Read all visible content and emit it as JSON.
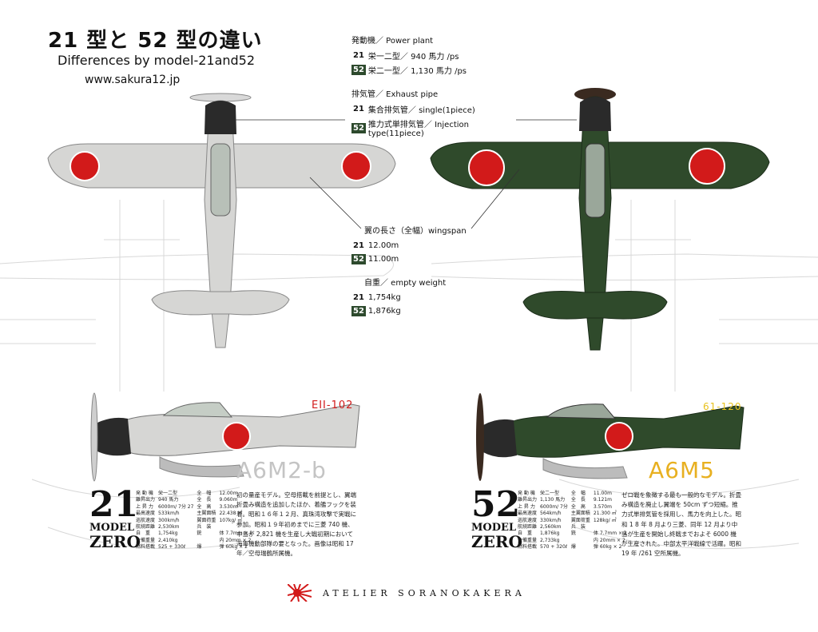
{
  "header": {
    "title_jp": "21 型と 52 型の違い",
    "title_en": "Differences by model-21and52",
    "url": "www.sakura12.jp"
  },
  "specs": {
    "power_plant": {
      "heading": "発動機／ Power plant",
      "m21_tag": "21",
      "m21_text": "栄一二型／ 940 馬力 /ps",
      "m52_tag": "52",
      "m52_text": "栄二一型／ 1,130 馬力 /ps"
    },
    "exhaust": {
      "heading": "排気管／ Exhaust pipe",
      "m21_tag": "21",
      "m21_text": "集合排気管／ single(1piece)",
      "m52_tag": "52",
      "m52_text": "推力式単排気管／ Injection type(11piece)"
    },
    "wingspan": {
      "heading": "翼の長さ（全幅）wingspan",
      "m21_tag": "21",
      "m21_text": "12.00m",
      "m52_tag": "52",
      "m52_text": "11.00m"
    },
    "weight": {
      "heading": "自重／ empty weight",
      "m21_tag": "21",
      "m21_text": "1,754kg",
      "m52_tag": "52",
      "m52_text": "1,876kg"
    }
  },
  "aircraft": {
    "m21": {
      "tail_code": "EII-102",
      "model_name": "A6M2-b",
      "badge_num": "21",
      "badge_model": "MODEL",
      "badge_zero": "ZERO",
      "table": [
        [
          "発 動 機",
          "栄一二型",
          "全　幅",
          "12.00m"
        ],
        [
          "離昇出力",
          "940 馬力",
          "全　長",
          "9.060m"
        ],
        [
          "上 昇 力",
          "6000m/ 7分 27",
          "全　高",
          "3.530m"
        ],
        [
          "最高速度",
          "533km/h",
          "主翼面積",
          "22.438 ㎡"
        ],
        [
          "巡航速度",
          "300km/h",
          "翼面荷重",
          "107kg/ ㎡"
        ],
        [
          "航続距離",
          "2,530km",
          "兵　装",
          ""
        ],
        [
          "自　重",
          "1,754kg",
          "銃",
          "体 7.7mm × 2"
        ],
        [
          "全備重量",
          "2,410kg",
          "",
          "内 20mm × 2"
        ],
        [
          "燃料搭載",
          "525 + 330ℓ",
          "爆",
          "弾 60kg × 2"
        ]
      ],
      "description": "初の量産モデル。空母搭載を前提とし、翼端折畳み構造を追加したほか、着艦フックを装着。昭和１６年１２月、真珠湾攻撃で実戦に参加。昭和１９年初めまでに三菱 740 機、中島が 2,821 機を生産し大戦初期において海軍機動部隊の要となった。画像は昭和 17 年／空母瑞鶴所属機。"
    },
    "m52": {
      "tail_code": "61-120",
      "model_name": "A6M5",
      "badge_num": "52",
      "badge_model": "MODEL",
      "badge_zero": "ZERO",
      "table": [
        [
          "発 動 機",
          "栄二一型",
          "全　幅",
          "11.00m"
        ],
        [
          "離昇出力",
          "1,130 馬力",
          "全　長",
          "9.121m"
        ],
        [
          "上 昇 力",
          "6000m/ 7分",
          "全　高",
          "3.570m"
        ],
        [
          "最高速度",
          "564km/h",
          "主翼面積",
          "21.300 ㎡"
        ],
        [
          "巡航速度",
          "330km/h",
          "翼面荷重",
          "128kg/ ㎡"
        ],
        [
          "航続距離",
          "2,560km",
          "兵　装",
          ""
        ],
        [
          "自　重",
          "1,876kg",
          "銃",
          "体 7.7mm × 2"
        ],
        [
          "全備重量",
          "2,733kg",
          "",
          "内 20mm × 2"
        ],
        [
          "燃料搭載",
          "570 + 320ℓ",
          "爆",
          "弾 60kg × 2"
        ]
      ],
      "description": "ゼロ戦を象徴する最も一般的なモデル。折畳み構造を廃止し翼端を 50cm ずつ短縮。推力式単排気管を採用し、馬力を向上した。昭和 1 8 年 8 月より三菱、同年 12 月より中島が生産を開始し終戦までおよそ 6000 機が生産された。中部太平洋戦線で活躍。昭和 19 年 /261 空所属機。"
    }
  },
  "footer": {
    "brand": "ATELIER SORANOKAKERA"
  },
  "colors": {
    "m21_body": "#d6d6d4",
    "m52_body": "#2f4a2b",
    "hinomaru": "#d21a1a",
    "m52_tail_code": "#e8c21e",
    "m21_tail_code": "#d21a1a",
    "tag52_bg": "#2d4a2d"
  }
}
